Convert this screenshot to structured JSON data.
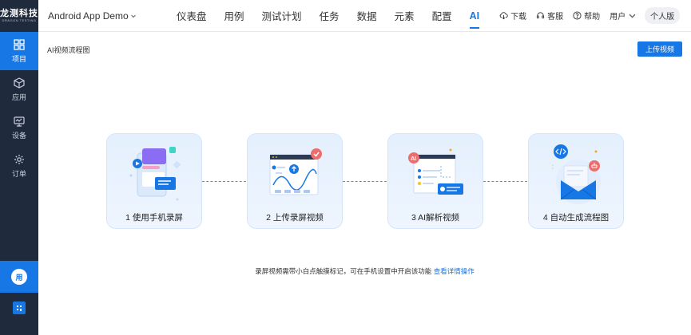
{
  "sidebar": {
    "logo_main": "龙测科技",
    "logo_sub": "DRAGON TESTING",
    "items": [
      {
        "label": "项目",
        "icon": "grid-icon"
      },
      {
        "label": "应用",
        "icon": "cube-icon"
      },
      {
        "label": "设备",
        "icon": "monitor-icon"
      },
      {
        "label": "订单",
        "icon": "gear-icon"
      }
    ],
    "user_avatar": "用",
    "bottom_icon": "building-icon"
  },
  "header": {
    "app_name": "Android App Demo",
    "nav": [
      "仪表盘",
      "用例",
      "测试计划",
      "任务",
      "数据",
      "元素",
      "配置",
      "AI"
    ],
    "active_nav": "AI",
    "download": "下载",
    "service": "客服",
    "help": "帮助",
    "user": "用户",
    "version": "个人版"
  },
  "main": {
    "title": "AI视频流程图",
    "upload_button": "上传视频",
    "steps": [
      {
        "label": "1 使用手机录屏"
      },
      {
        "label": "2 上传录屏视频"
      },
      {
        "label": "3 AI解析视频"
      },
      {
        "label": "4 自动生成流程图"
      }
    ],
    "note_text": "录屏视频需带小白点触摸标记，可在手机设置中开启该功能",
    "note_link": "查看详情操作"
  },
  "colors": {
    "primary": "#1677e5",
    "sidebar_bg": "#1f2a3c",
    "card_bg": "#e8f2fd"
  }
}
